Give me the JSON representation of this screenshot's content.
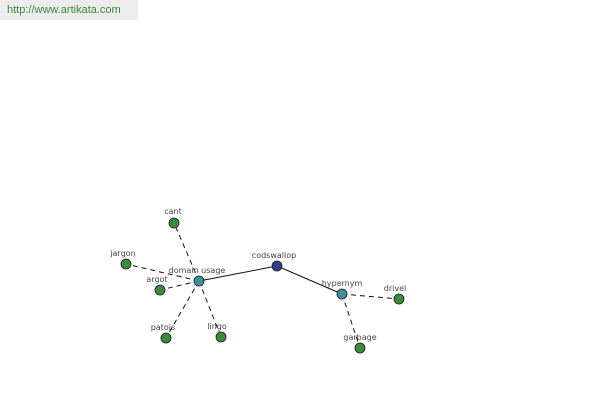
{
  "url": "http://www.artikata.com",
  "colors": {
    "center_node": "#2f3f8a",
    "relation_node": "#3f8f9f",
    "leaf_node": "#3c8a3c",
    "edge": "#111111"
  },
  "graph": {
    "center": "codswallop",
    "relations": [
      "domain usage",
      "hypernym"
    ],
    "leaves": {
      "domain usage": [
        "cant",
        "jargon",
        "argot",
        "patois",
        "lingo"
      ],
      "hypernym": [
        "drivel",
        "garbage"
      ]
    }
  }
}
